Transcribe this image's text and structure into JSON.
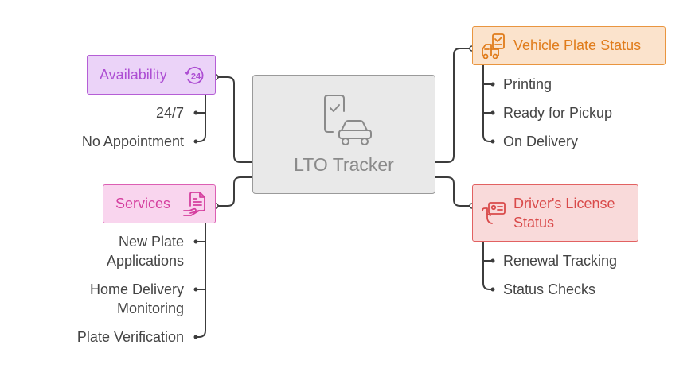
{
  "center": {
    "label": "LTO Tracker"
  },
  "availability": {
    "label": "Availability",
    "icon_text": "24",
    "items": [
      "24/7",
      "No Appointment"
    ]
  },
  "services": {
    "label": "Services",
    "items": [
      [
        "New Plate",
        "Applications"
      ],
      [
        "Home Delivery",
        "Monitoring"
      ],
      [
        "Plate Verification"
      ]
    ]
  },
  "vehicle_plate_status": {
    "label": "Vehicle Plate Status",
    "items": [
      "Printing",
      "Ready for Pickup",
      "On Delivery"
    ]
  },
  "drivers_license_status": {
    "label": [
      "Driver's License",
      "Status"
    ],
    "items": [
      "Renewal Tracking",
      "Status Checks"
    ]
  },
  "colors": {
    "availability": "#ad4ed3",
    "services": "#d53f9f",
    "plate": "#e07c1b",
    "license": "#d94a4a",
    "center": "#8a8a8a"
  }
}
